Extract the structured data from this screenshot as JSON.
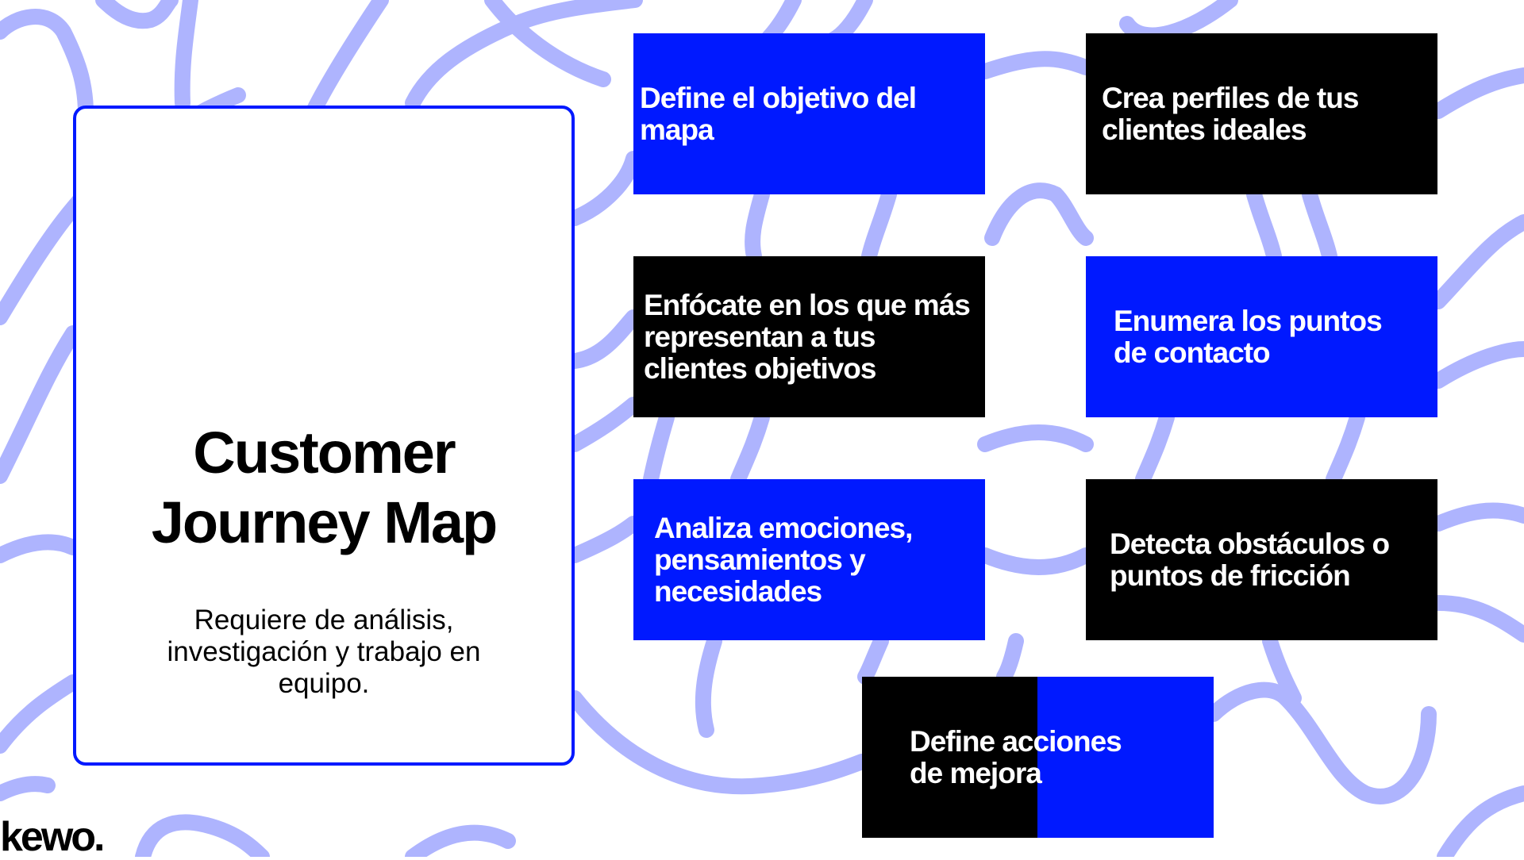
{
  "colors": {
    "accent_blue": "#0019FF",
    "black": "#000000",
    "squiggle": "#AEB4FE",
    "background": "#FFFFFF"
  },
  "card": {
    "title_line1": "Customer",
    "title_line2": "Journey Map",
    "subtitle_line1": "Requiere de análisis,",
    "subtitle_line2": "investigación y trabajo en",
    "subtitle_line3": "equipo."
  },
  "steps": [
    {
      "text": "Define el objetivo del mapa",
      "style": "blue"
    },
    {
      "text": "Crea perfiles de tus clientes ideales",
      "style": "black"
    },
    {
      "text": "Enfócate en los que más representan a tus clientes objetivos",
      "style": "black"
    },
    {
      "text": "Enumera los puntos de contacto",
      "style": "blue"
    },
    {
      "text": "Analiza emociones, pensamientos y necesidades",
      "style": "blue"
    },
    {
      "text": "Detecta obstáculos o puntos de fricción",
      "style": "black"
    },
    {
      "text": "Define acciones de mejora",
      "style": "black-blue split"
    }
  ],
  "logo": {
    "text": "kewo."
  }
}
